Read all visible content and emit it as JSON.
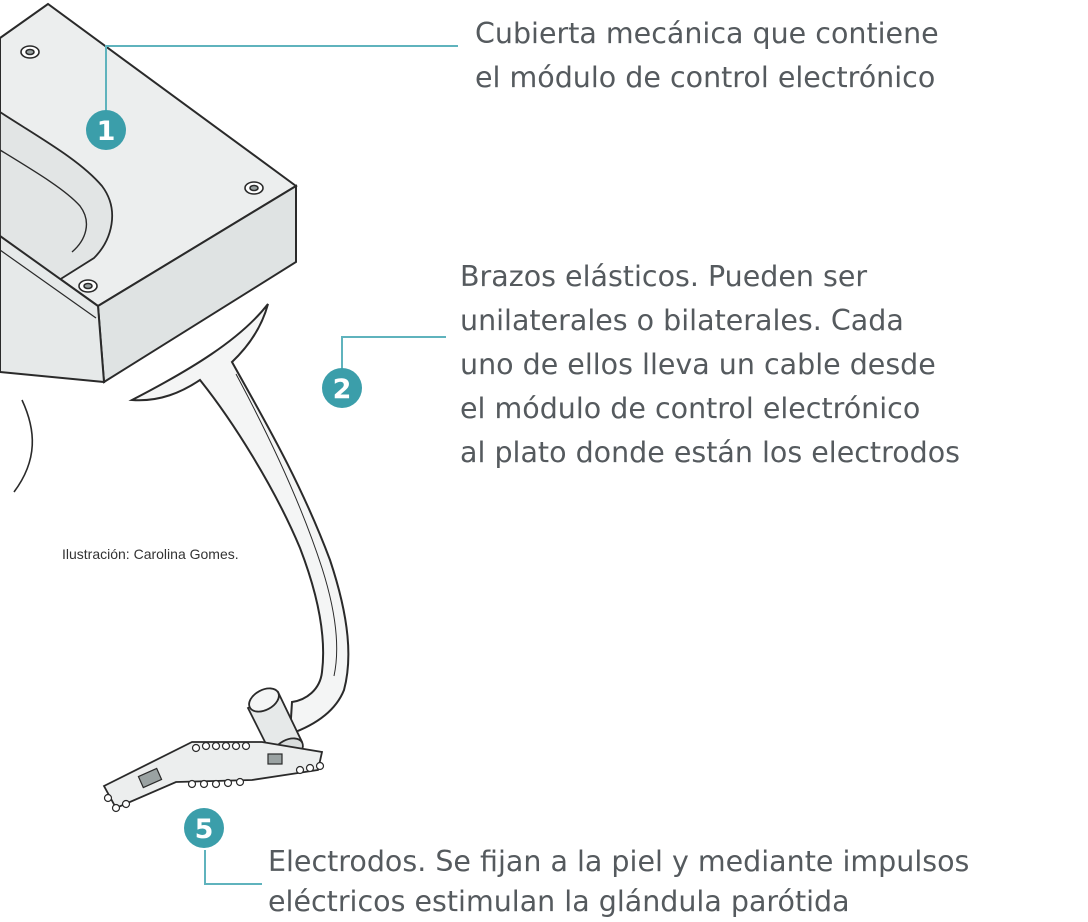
{
  "callouts": [
    {
      "number": "1",
      "text": "Cubierta mecánica que contiene\nel módulo de control electrónico"
    },
    {
      "number": "2",
      "text": "Brazos elásticos. Pueden ser\nunilaterales o bilaterales. Cada\nuno de ellos lleva un cable desde\nel módulo de control electrónico\nal plato donde están los electrodos"
    },
    {
      "number": "5",
      "text": "Electrodos. Se fijan a la piel y mediante impulsos\neléctricos estimulan la glándula parótida"
    }
  ],
  "credit": "Ilustración: Carolina Gomes.",
  "colors": {
    "accent": "#3b9eaa",
    "leader_line": "#5fb3bd",
    "text": "#555a5e",
    "outline": "#2a2a2a",
    "fill": "#e9ecec",
    "fill_light": "#f4f5f5"
  }
}
